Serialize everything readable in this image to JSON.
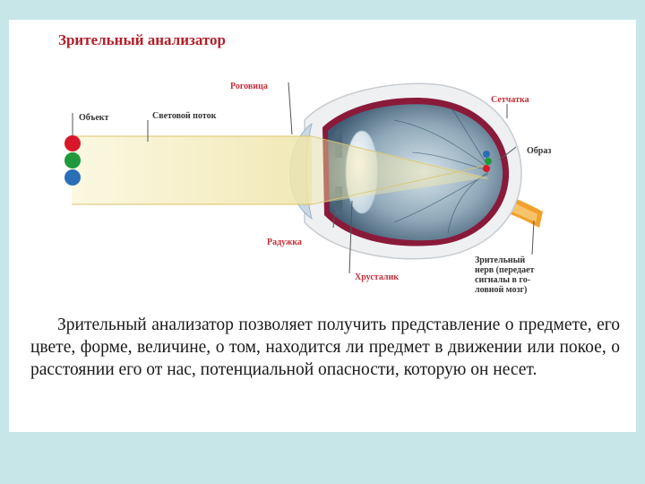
{
  "title": "Зрительный анализатор",
  "labels": {
    "object": "Объект",
    "light_flow": "Световой поток",
    "cornea": "Роговица",
    "retina": "Сетчатка",
    "image": "Образ",
    "iris": "Радужка",
    "lens": "Хрусталик",
    "optic_nerve": [
      "Зрительный",
      "нерв (передает",
      "сигналы в го-",
      "ловной мозг)"
    ]
  },
  "colors": {
    "object_top": "#d8182a",
    "object_mid": "#1e9a3a",
    "object_bottom": "#2a6fb5",
    "sclera_edge": "#8a1a3a",
    "nerve": "#f2a02a",
    "label_red": "#c2303a",
    "title_red": "#b0202a"
  },
  "paragraph": "Зрительный анализатор позволяет получить представление о предмете, его цвете, форме, величине, о том, находится ли предмет в движении или покое, о расстоянии его от нас, потенциальной опасности, которую он несет."
}
